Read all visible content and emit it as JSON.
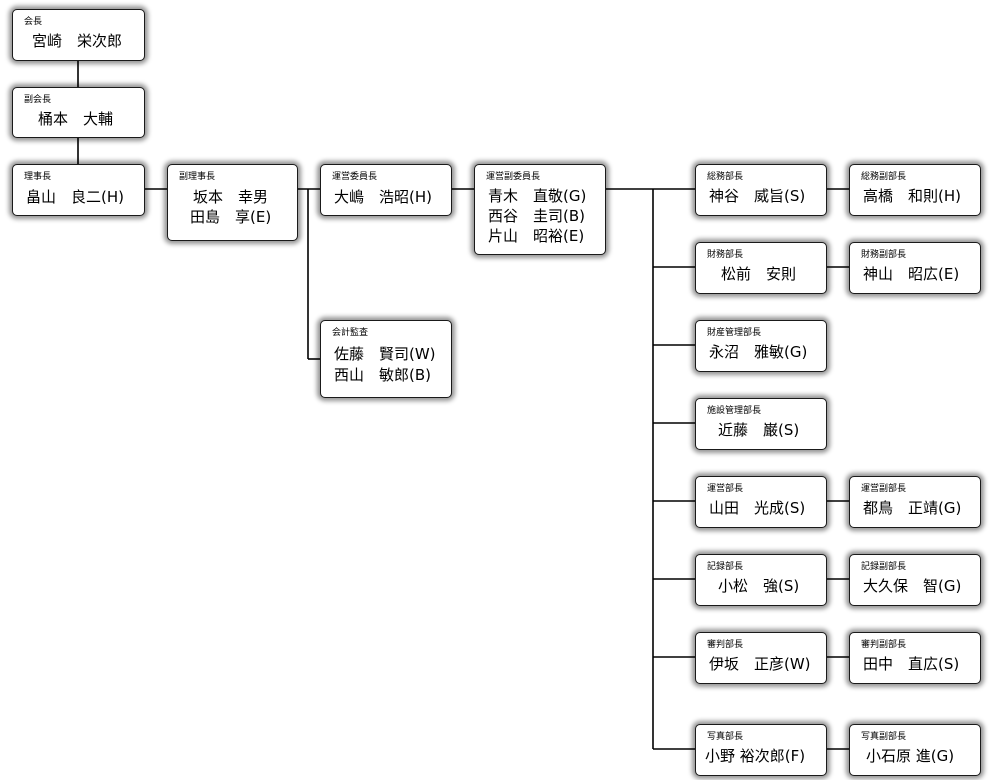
{
  "boxes": [
    {
      "title": "会長",
      "names": [
        "宮崎　栄次郎"
      ]
    },
    {
      "title": "副会長",
      "names": [
        "桶本　大輔"
      ]
    },
    {
      "title": "理事長",
      "names": [
        "畠山　良二(H)"
      ]
    },
    {
      "title": "副理事長",
      "names": [
        "坂本　幸男",
        "田島　享(E)"
      ]
    },
    {
      "title": "運営委員長",
      "names": [
        "大嶋　浩昭(H)"
      ]
    },
    {
      "title": "会計監査",
      "names": [
        "佐藤　賢司(W)",
        "西山　敏郎(B)"
      ]
    },
    {
      "title": "運営副委員長",
      "names": [
        "青木　直敬(G)",
        "西谷　圭司(B)",
        "片山　昭裕(E)"
      ]
    },
    {
      "title": "総務部長",
      "names": [
        "神谷　威旨(S)"
      ]
    },
    {
      "title": "総務副部長",
      "names": [
        "高橋　和則(H)"
      ]
    },
    {
      "title": "財務部長",
      "names": [
        "松前　安則"
      ]
    },
    {
      "title": "財務副部長",
      "names": [
        "神山　昭広(E)"
      ]
    },
    {
      "title": "財産管理部長",
      "names": [
        "永沼　雅敏(G)"
      ]
    },
    {
      "title": "施設管理部長",
      "names": [
        "近藤　巌(S)"
      ]
    },
    {
      "title": "運営部長",
      "names": [
        "山田　光成(S)"
      ]
    },
    {
      "title": "運営副部長",
      "names": [
        "都鳥　正靖(G)"
      ]
    },
    {
      "title": "記録部長",
      "names": [
        "小松　強(S)"
      ]
    },
    {
      "title": "記録副部長",
      "names": [
        "大久保　智(G)"
      ]
    },
    {
      "title": "審判部長",
      "names": [
        "伊坂　正彦(W)"
      ]
    },
    {
      "title": "審判副部長",
      "names": [
        "田中　直広(S)"
      ]
    },
    {
      "title": "写真部長",
      "names": [
        "小野 裕次郎(F)"
      ]
    },
    {
      "title": "写真副部長",
      "names": [
        "小石原 進(G)"
      ]
    }
  ]
}
